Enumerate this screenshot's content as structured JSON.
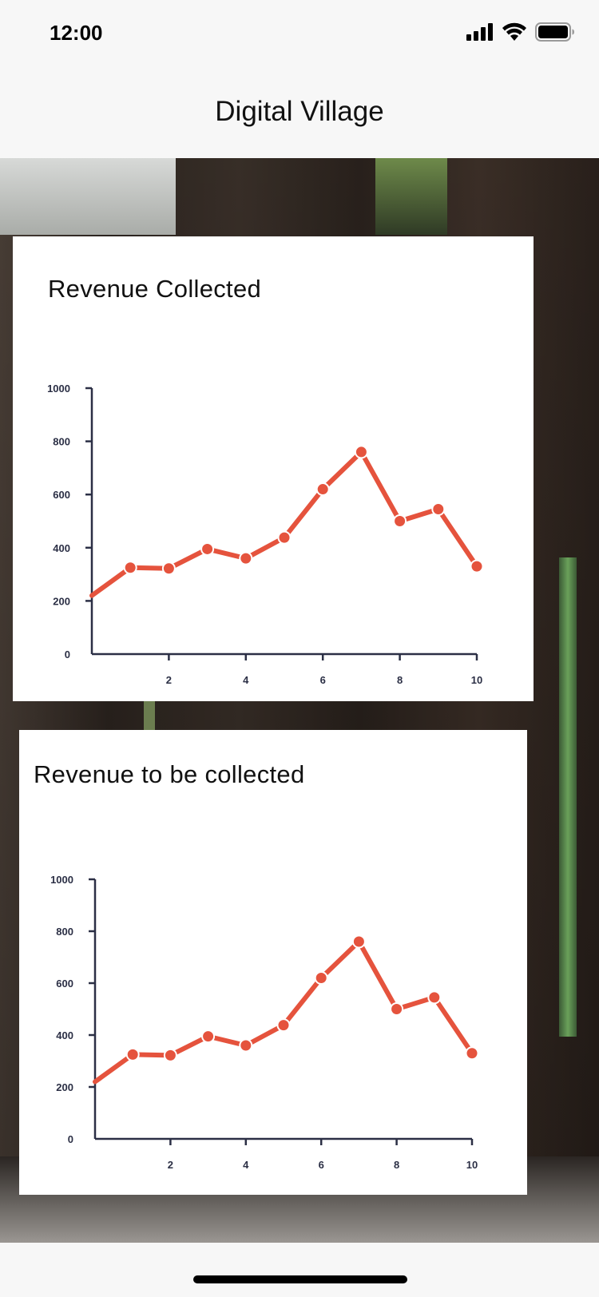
{
  "status_bar": {
    "time": "12:00"
  },
  "nav": {
    "title": "Digital Village"
  },
  "cards": [
    {
      "title": "Revenue Collected"
    },
    {
      "title": "Revenue to be collected"
    }
  ],
  "chart_data": [
    {
      "type": "line",
      "title": "Revenue Collected",
      "xlabel": "",
      "ylabel": "",
      "x": [
        0,
        1,
        2,
        3,
        4,
        5,
        6,
        7,
        8,
        9,
        10
      ],
      "series": [
        {
          "values": [
            220,
            325,
            322,
            395,
            360,
            438,
            620,
            760,
            500,
            545,
            330
          ]
        }
      ],
      "xlim": [
        0,
        10
      ],
      "ylim": [
        0,
        1000
      ],
      "xticks": [
        2,
        4,
        6,
        8,
        10
      ],
      "yticks": [
        0,
        200,
        400,
        600,
        800,
        1000
      ],
      "grid": false,
      "line_color": "#e5533d",
      "axis_color": "#2b2f45"
    },
    {
      "type": "line",
      "title": "Revenue to be collected",
      "xlabel": "",
      "ylabel": "",
      "x": [
        0,
        1,
        2,
        3,
        4,
        5,
        6,
        7,
        8,
        9,
        10
      ],
      "series": [
        {
          "values": [
            220,
            325,
            322,
            395,
            360,
            438,
            620,
            760,
            500,
            545,
            330
          ]
        }
      ],
      "xlim": [
        0,
        10
      ],
      "ylim": [
        0,
        1000
      ],
      "xticks": [
        2,
        4,
        6,
        8,
        10
      ],
      "yticks": [
        0,
        200,
        400,
        600,
        800,
        1000
      ],
      "grid": false,
      "line_color": "#e5533d",
      "axis_color": "#2b2f45"
    }
  ]
}
